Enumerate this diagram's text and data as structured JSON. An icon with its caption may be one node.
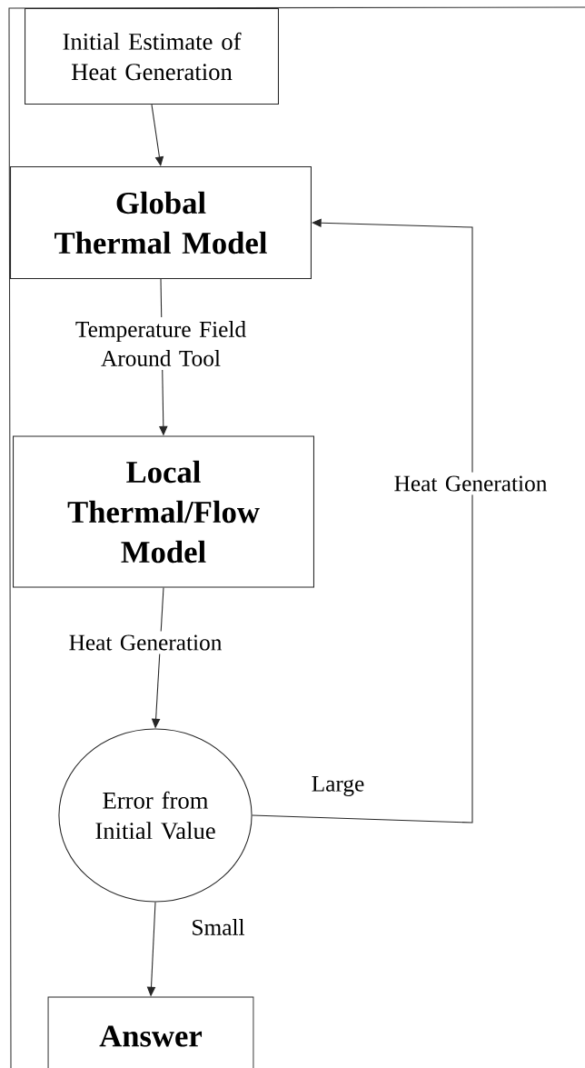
{
  "diagram": {
    "nodes": [
      {
        "text": [
          "Initial Estimate of Heat Generation"
        ]
      },
      {
        "text": [
          "Global Thermal Model"
        ]
      },
      {
        "text": [
          "Local Thermal/Flow Model"
        ]
      },
      {
        "text": [
          "Error from Initial Value"
        ]
      },
      {
        "text": [
          "Answer"
        ]
      }
    ],
    "edges": [
      {
        "from": 0,
        "to": 1,
        "arrow": "to"
      },
      {
        "from": 1,
        "to": 2,
        "arrow": "to",
        "label": "Temperature Field Around Tool"
      },
      {
        "from": 2,
        "to": 3,
        "arrow": "to",
        "label": "Heat Generation"
      },
      {
        "from": 3,
        "to": 1,
        "arrow": "to",
        "label": "Heat Generation"
      },
      {
        "from": 3,
        "to": 4,
        "arrow": "to",
        "label": "Small"
      }
    ],
    "labels": [
      "Large"
    ]
  }
}
